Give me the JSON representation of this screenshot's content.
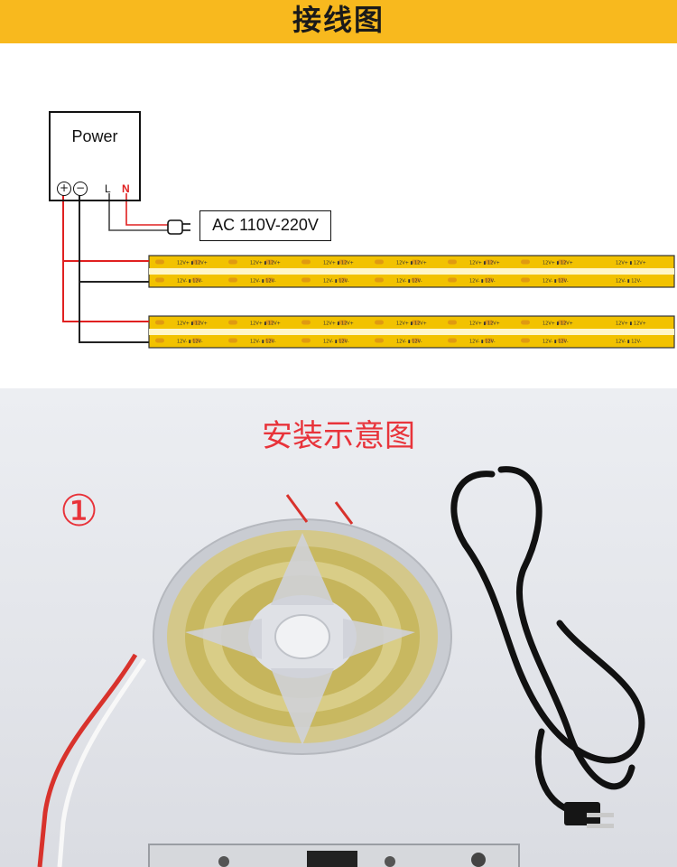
{
  "banner": {
    "title": "接线图"
  },
  "diagram": {
    "power_label": "Power",
    "terminals": {
      "positive": "+",
      "negative": "−",
      "live": "L",
      "neutral": "N"
    },
    "ac_label": "AC 110V-220V",
    "strip_marks": {
      "positive": "12V+",
      "negative": "12V-"
    }
  },
  "photo": {
    "title": "安装示意图",
    "step": "①"
  },
  "colors": {
    "banner": "#f8b91e",
    "accent_red": "#e8333a",
    "wire_red": "#e02020",
    "strip_yellow": "#f2c200"
  }
}
